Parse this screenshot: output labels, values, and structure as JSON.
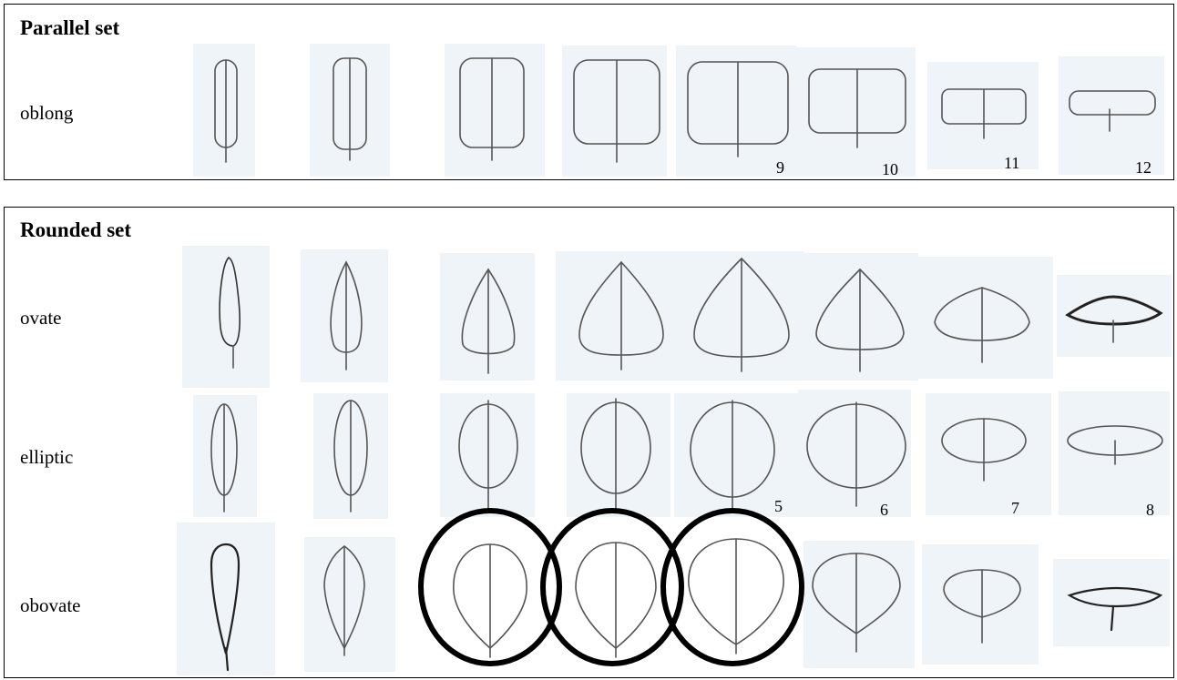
{
  "parallel_set": {
    "title": "Parallel set",
    "rows": [
      {
        "label": "oblong",
        "numbers": [
          "9",
          "10",
          "11",
          "12"
        ]
      }
    ]
  },
  "rounded_set": {
    "title": "Rounded set",
    "rows": [
      {
        "label": "ovate"
      },
      {
        "label": "elliptic",
        "numbers": [
          "5",
          "6",
          "7",
          "8"
        ]
      },
      {
        "label": "obovate"
      }
    ]
  },
  "highlight_color": "#000000",
  "swatch_color": "#eef4f7"
}
